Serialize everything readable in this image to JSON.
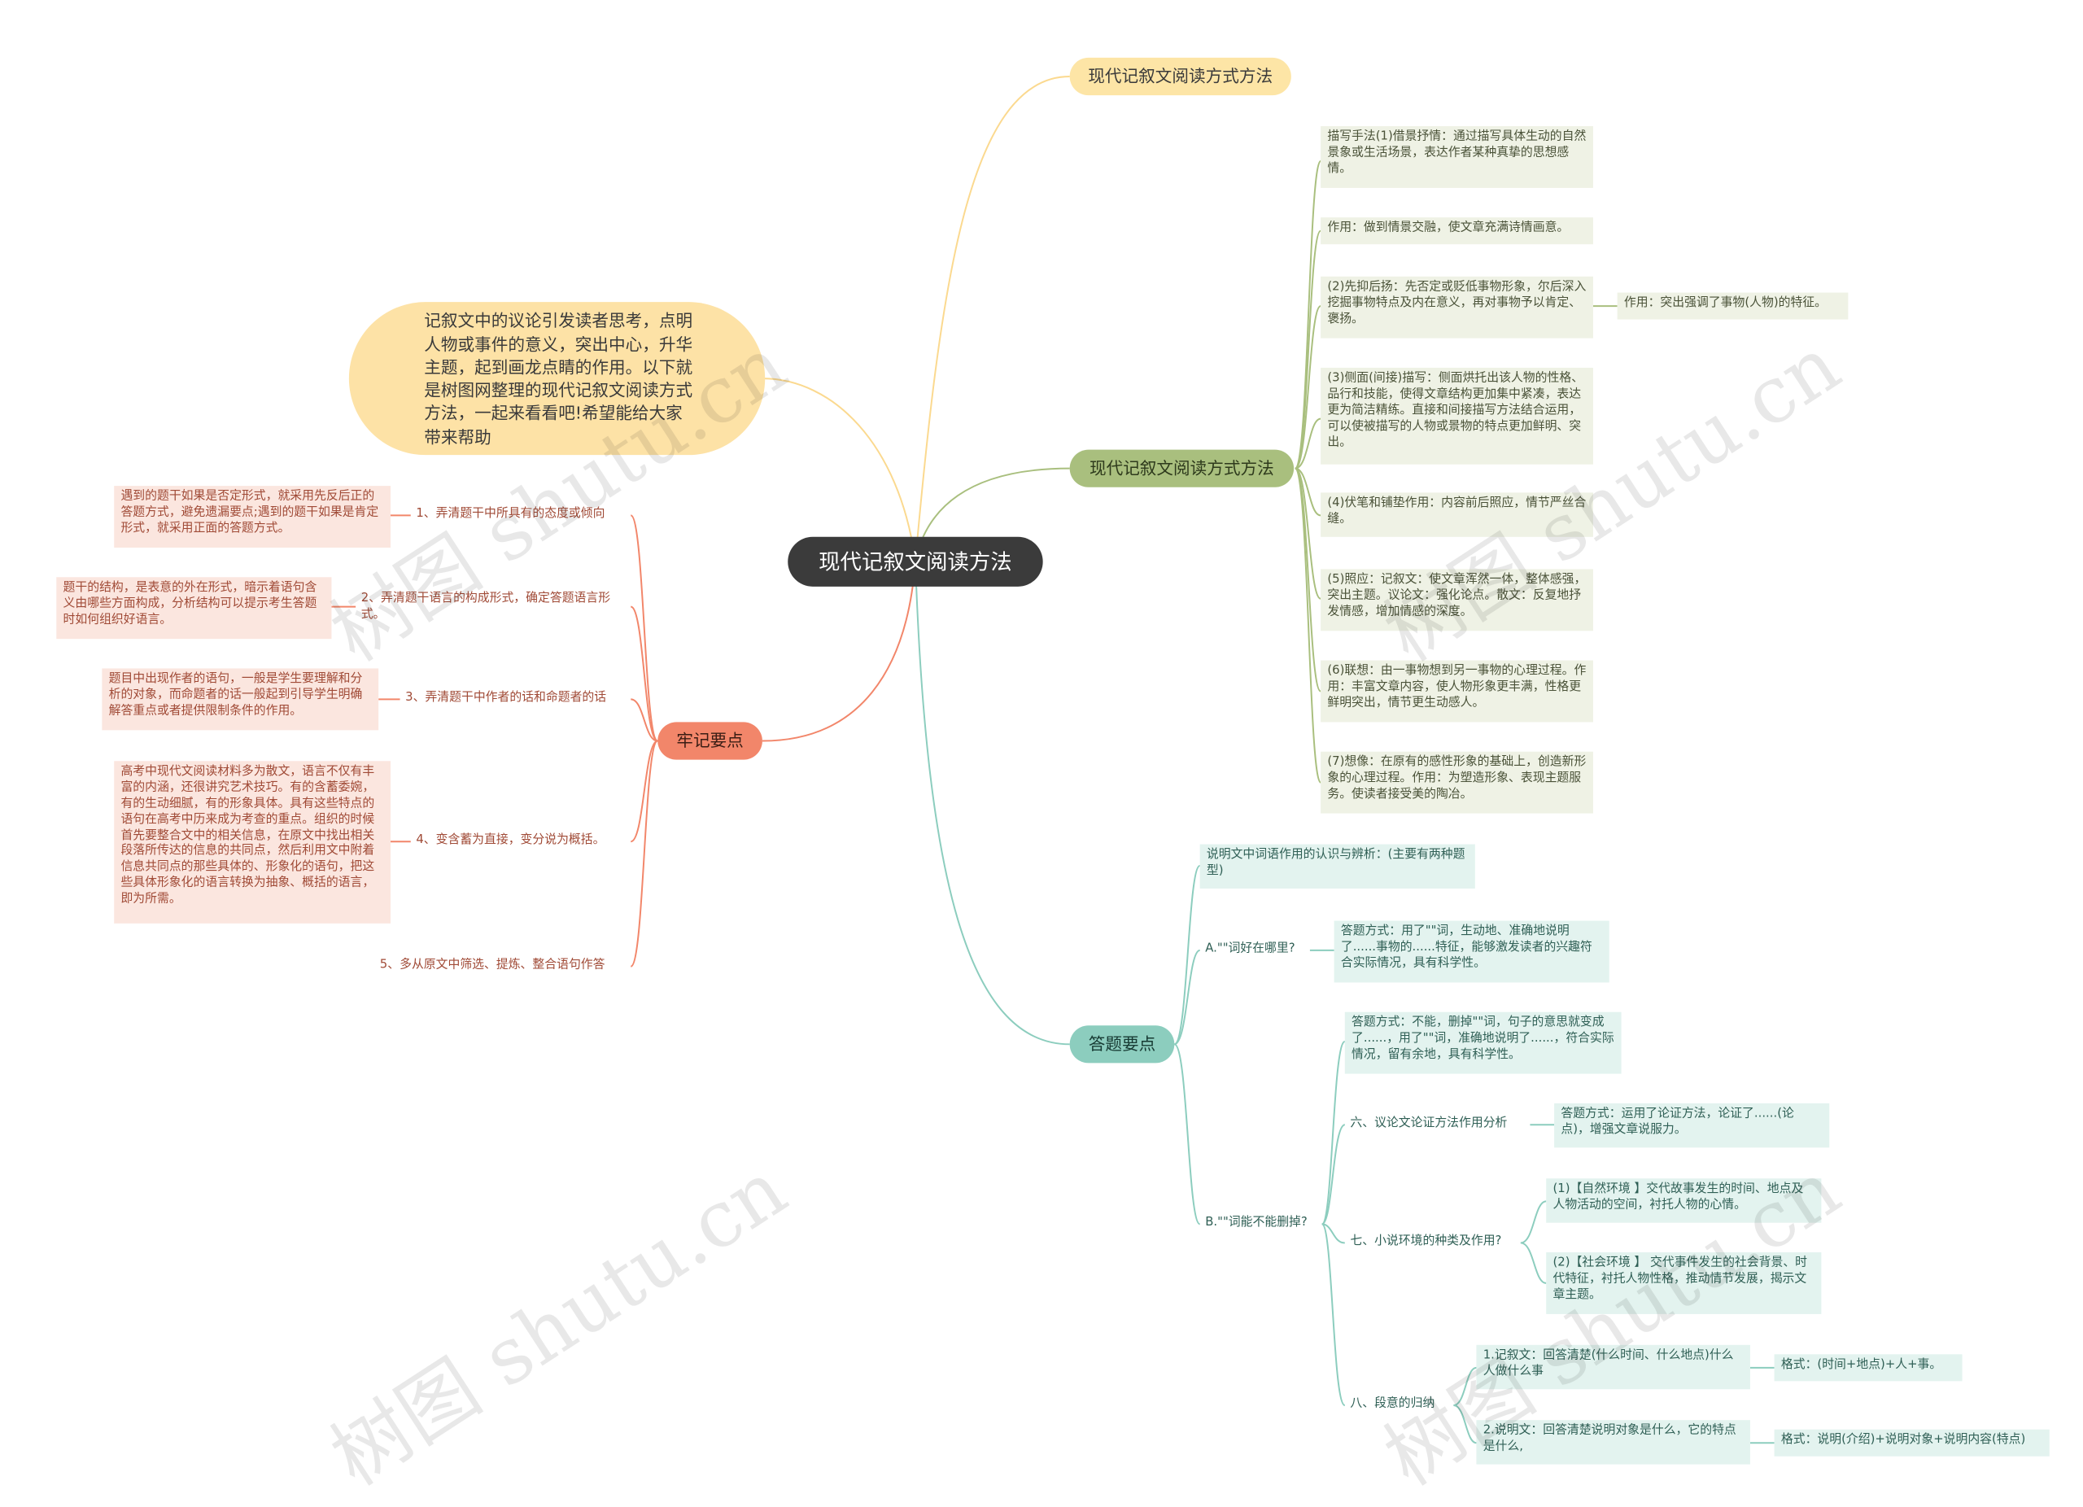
{
  "root": {
    "label": "现代记叙文阅读方法"
  },
  "intro": {
    "text": "记叙文中的议论引发读者思考，点明人物或事件的意义，突出中心，升华主题，起到画龙点睛的作用。以下就是树图网整理的现代记叙文阅读方式方法，一起来看看吧!希望能给大家带来帮助"
  },
  "branch_top": {
    "label": "现代记叙文阅读方式方法"
  },
  "branch_mid": {
    "label": "现代记叙文阅读方式方法",
    "items": [
      "描写手法(1)借景抒情：通过描写具体生动的自然景象或生活场景，表达作者某种真挚的思想感情。",
      "作用：做到情景交融，使文章充满诗情画意。",
      "(2)先抑后扬：先否定或贬低事物形象，尔后深入挖掘事物特点及内在意义，再对事物予以肯定、褒扬。",
      "(3)侧面(间接)描写：侧面烘托出该人物的性格、品行和技能，使得文章结构更加集中紧凑，表达更为简洁精练。直接和间接描写方法结合运用，可以使被描写的人物或景物的特点更加鲜明、突出。",
      "(4)伏笔和铺垫作用：内容前后照应，情节严丝合缝。",
      "(5)照应：记叙文：使文章浑然一体，整体感强，突出主题。议论文：强化论点。散文：反复地抒发情感，增加情感的深度。",
      "(6)联想：由一事物想到另一事物的心理过程。作用：丰富文章内容，使人物形象更丰满，性格更鲜明突出，情节更生动感人。",
      "(7)想像：在原有的感性形象的基础上，创造新形象的心理过程。作用：为塑造形象、表现主题服务。使读者接受美的陶冶。"
    ],
    "item2_sub": "作用：突出强调了事物(人物)的特征。"
  },
  "branch_left": {
    "label": "牢记要点",
    "items": [
      {
        "label": "1、弄清题干中所具有的态度或倾向",
        "detail": "遇到的题干如果是否定形式，就采用先反后正的答题方式，避免遗漏要点;遇到的题干如果是肯定形式，就采用正面的答题方式。"
      },
      {
        "label": "2、弄清题干语言的构成形式，确定答题语言形式。",
        "detail": "题干的结构，是表意的外在形式，暗示着语句含义由哪些方面构成，分析结构可以提示考生答题时如何组织好语言。"
      },
      {
        "label": "3、弄清题干中作者的话和命题者的话",
        "detail": "题目中出现作者的语句，一般是学生要理解和分析的对象，而命题者的话一般起到引导学生明确解答重点或者提供限制条件的作用。"
      },
      {
        "label": "4、变含蓄为直接，变分说为概括。",
        "detail": "高考中现代文阅读材料多为散文，语言不仅有丰富的内涵，还很讲究艺术技巧。有的含蓄委婉，有的生动细腻，有的形象具体。具有这些特点的语句在高考中历来成为考查的重点。组织的时候首先要整合文中的相关信息，在原文中找出相关段落所传达的信息的共同点，然后利用文中附着信息共同点的那些具体的、形象化的语句，把这些具体形象化的语言转换为抽象、概括的语言，即为所需。"
      },
      {
        "label": "5、多从原文中筛选、提炼、整合语句作答",
        "detail": ""
      }
    ]
  },
  "branch_bottom": {
    "label": "答题要点",
    "intro": "说明文中词语作用的认识与辨析：(主要有两种题型)",
    "a_label": "A.\"\"词好在哪里?",
    "a_detail": "答题方式：用了\"\"词，生动地、准确地说明了......事物的......特征，能够激发读者的兴趣符合实际情况，具有科学性。",
    "b_label": "B.\"\"词能不能删掉?",
    "b_detail": "答题方式：不能，删掉\"\"词，句子的意思就变成了......，用了\"\"词，准确地说明了......，符合实际情况，留有余地，具有科学性。",
    "six_label": "六、议论文论证方法作用分析",
    "six_detail": "答题方式：运用了论证方法，论证了......(论点)，增强文章说服力。",
    "seven_label": "七、小说环境的种类及作用?",
    "seven_items": [
      "(1)【自然环境 】交代故事发生的时间、地点及人物活动的空间，衬托人物的心情。",
      "(2)【社会环境 】 交代事件发生的社会背景、时代特征，衬托人物性格，推动情节发展，揭示文章主题。"
    ],
    "eight_label": "八、段意的归纳",
    "eight_items": [
      {
        "text": "1.记叙文：回答清楚(什么时间、什么地点)什么人做什么事",
        "format": "格式：(时间+地点)+人+事。"
      },
      {
        "text": "2.说明文：回答清楚说明对象是什么，它的特点是什么,",
        "format": "格式：说明(介绍)+说明对象+说明内容(特点)"
      }
    ]
  },
  "watermark": "树图 shutu.cn",
  "colors": {
    "root": "#3b3b3b",
    "yellow": "#fde5a6",
    "green": "#a9bf7e",
    "red": "#f2866a",
    "teal": "#8ccdbe"
  }
}
